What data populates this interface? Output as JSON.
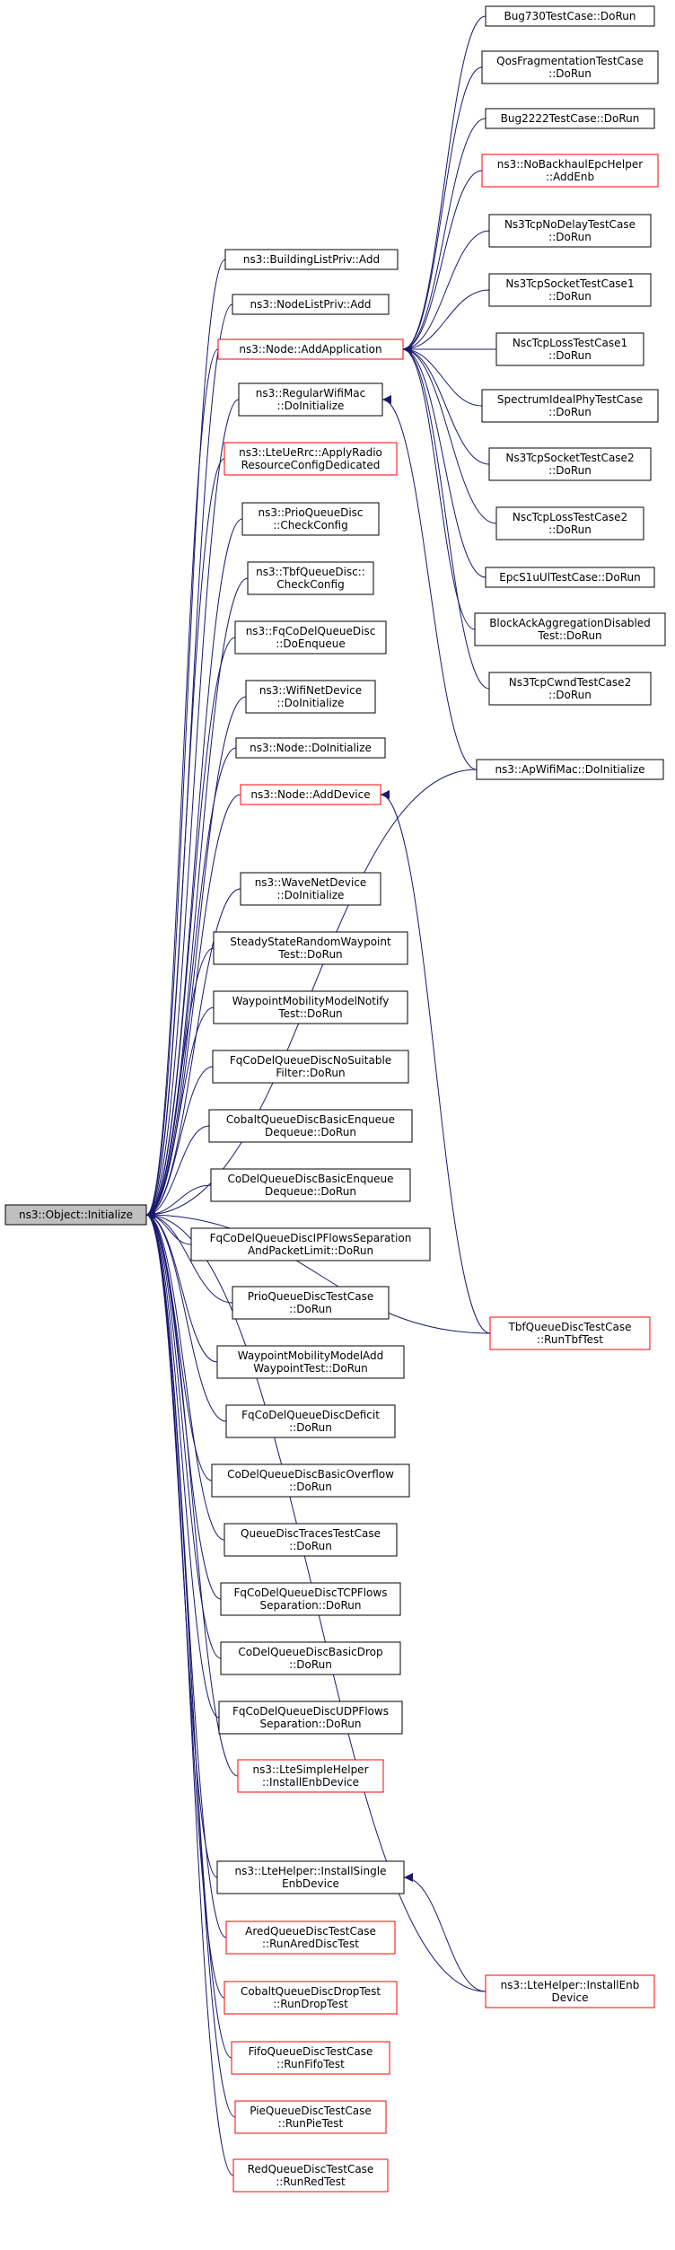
{
  "root": {
    "id": "root",
    "lines": [
      "ns3::Object::Initialize"
    ]
  },
  "nodes": [
    {
      "id": "bldlist",
      "lines": [
        "ns3::BuildingListPriv::Add"
      ]
    },
    {
      "id": "nodelist",
      "lines": [
        "ns3::NodeListPriv::Add"
      ]
    },
    {
      "id": "addapp",
      "lines": [
        "ns3::Node::AddApplication"
      ],
      "border": "red"
    },
    {
      "id": "regwifi",
      "lines": [
        "ns3::RegularWifiMac",
        "::DoInitialize"
      ]
    },
    {
      "id": "lteuerrc",
      "lines": [
        "ns3::LteUeRrc::ApplyRadio",
        "ResourceConfigDedicated"
      ],
      "border": "red"
    },
    {
      "id": "prioq",
      "lines": [
        "ns3::PrioQueueDisc",
        "::CheckConfig"
      ]
    },
    {
      "id": "tbfq",
      "lines": [
        "ns3::TbfQueueDisc::",
        "CheckConfig"
      ]
    },
    {
      "id": "fqcodel",
      "lines": [
        "ns3::FqCoDelQueueDisc",
        "::DoEnqueue"
      ]
    },
    {
      "id": "wifinet",
      "lines": [
        "ns3::WifiNetDevice",
        "::DoInitialize"
      ]
    },
    {
      "id": "nodeinit",
      "lines": [
        "ns3::Node::DoInitialize"
      ]
    },
    {
      "id": "adddev",
      "lines": [
        "ns3::Node::AddDevice"
      ],
      "border": "red"
    },
    {
      "id": "wavenet",
      "lines": [
        "ns3::WaveNetDevice",
        "::DoInitialize"
      ]
    },
    {
      "id": "steady",
      "lines": [
        "SteadyStateRandomWaypoint",
        "Test::DoRun"
      ]
    },
    {
      "id": "waynotify",
      "lines": [
        "WaypointMobilityModelNotify",
        "Test::DoRun"
      ]
    },
    {
      "id": "fqnosuit",
      "lines": [
        "FqCoDelQueueDiscNoSuitable",
        "Filter::DoRun"
      ]
    },
    {
      "id": "cobaltbe",
      "lines": [
        "CobaltQueueDiscBasicEnqueue",
        "Dequeue::DoRun"
      ]
    },
    {
      "id": "codelbe",
      "lines": [
        "CoDelQueueDiscBasicEnqueue",
        "Dequeue::DoRun"
      ]
    },
    {
      "id": "fqip",
      "lines": [
        "FqCoDelQueueDiscIPFlowsSeparation",
        "AndPacketLimit::DoRun"
      ]
    },
    {
      "id": "priotest",
      "lines": [
        "PrioQueueDiscTestCase",
        "::DoRun"
      ]
    },
    {
      "id": "wayadd",
      "lines": [
        "WaypointMobilityModelAdd",
        "WaypointTest::DoRun"
      ]
    },
    {
      "id": "fqdef",
      "lines": [
        "FqCoDelQueueDiscDeficit",
        "::DoRun"
      ]
    },
    {
      "id": "codelov",
      "lines": [
        "CoDelQueueDiscBasicOverflow",
        "::DoRun"
      ]
    },
    {
      "id": "qtraces",
      "lines": [
        "QueueDiscTracesTestCase",
        "::DoRun"
      ]
    },
    {
      "id": "fqtcp",
      "lines": [
        "FqCoDelQueueDiscTCPFlows",
        "Separation::DoRun"
      ]
    },
    {
      "id": "codeldrop",
      "lines": [
        "CoDelQueueDiscBasicDrop",
        "::DoRun"
      ]
    },
    {
      "id": "fqudp",
      "lines": [
        "FqCoDelQueueDiscUDPFlows",
        "Separation::DoRun"
      ]
    },
    {
      "id": "ltesimple",
      "lines": [
        "ns3::LteSimpleHelper",
        "::InstallEnbDevice"
      ],
      "border": "red"
    },
    {
      "id": "ltesingle",
      "lines": [
        "ns3::LteHelper::InstallSingle",
        "EnbDevice"
      ]
    },
    {
      "id": "ared",
      "lines": [
        "AredQueueDiscTestCase",
        "::RunAredDiscTest"
      ],
      "border": "red"
    },
    {
      "id": "cobaltdrop",
      "lines": [
        "CobaltQueueDiscDropTest",
        "::RunDropTest"
      ],
      "border": "red"
    },
    {
      "id": "fifo",
      "lines": [
        "FifoQueueDiscTestCase",
        "::RunFifoTest"
      ],
      "border": "red"
    },
    {
      "id": "pie",
      "lines": [
        "PieQueueDiscTestCase",
        "::RunPieTest"
      ],
      "border": "red"
    },
    {
      "id": "red",
      "lines": [
        "RedQueueDiscTestCase",
        "::RunRedTest"
      ],
      "border": "red"
    },
    {
      "id": "bug730",
      "lines": [
        "Bug730TestCase::DoRun"
      ]
    },
    {
      "id": "qosfrag",
      "lines": [
        "QosFragmentationTestCase",
        "::DoRun"
      ]
    },
    {
      "id": "bug2222",
      "lines": [
        "Bug2222TestCase::DoRun"
      ]
    },
    {
      "id": "nobackhaul",
      "lines": [
        "ns3::NoBackhaulEpcHelper",
        "::AddEnb"
      ],
      "border": "red"
    },
    {
      "id": "ns3nodelay",
      "lines": [
        "Ns3TcpNoDelayTestCase",
        "::DoRun"
      ]
    },
    {
      "id": "ns3sock1",
      "lines": [
        "Ns3TcpSocketTestCase1",
        "::DoRun"
      ]
    },
    {
      "id": "nscloss1",
      "lines": [
        "NscTcpLossTestCase1",
        "::DoRun"
      ]
    },
    {
      "id": "spectrum",
      "lines": [
        "SpectrumIdealPhyTestCase",
        "::DoRun"
      ]
    },
    {
      "id": "ns3sock2",
      "lines": [
        "Ns3TcpSocketTestCase2",
        "::DoRun"
      ]
    },
    {
      "id": "nscloss2",
      "lines": [
        "NscTcpLossTestCase2",
        "::DoRun"
      ]
    },
    {
      "id": "epcs1u",
      "lines": [
        "EpcS1uUlTestCase::DoRun"
      ]
    },
    {
      "id": "blockack",
      "lines": [
        "BlockAckAggregationDisabled",
        "Test::DoRun"
      ]
    },
    {
      "id": "ns3cwnd",
      "lines": [
        "Ns3TcpCwndTestCase2",
        "::DoRun"
      ]
    },
    {
      "id": "apwifi",
      "lines": [
        "ns3::ApWifiMac::DoInitialize"
      ]
    },
    {
      "id": "tbftest",
      "lines": [
        "TbfQueueDiscTestCase",
        "::RunTbfTest"
      ],
      "border": "red"
    },
    {
      "id": "lteinstall",
      "lines": [
        "ns3::LteHelper::InstallEnb",
        "Device"
      ],
      "border": "red"
    }
  ],
  "edges": [
    {
      "from": "bldlist",
      "to": "root"
    },
    {
      "from": "nodelist",
      "to": "root"
    },
    {
      "from": "addapp",
      "to": "root"
    },
    {
      "from": "regwifi",
      "to": "root"
    },
    {
      "from": "lteuerrc",
      "to": "root"
    },
    {
      "from": "prioq",
      "to": "root"
    },
    {
      "from": "tbfq",
      "to": "root"
    },
    {
      "from": "fqcodel",
      "to": "root"
    },
    {
      "from": "wifinet",
      "to": "root"
    },
    {
      "from": "nodeinit",
      "to": "root"
    },
    {
      "from": "apwifi",
      "to": "root"
    },
    {
      "from": "adddev",
      "to": "root"
    },
    {
      "from": "wavenet",
      "to": "root"
    },
    {
      "from": "steady",
      "to": "root"
    },
    {
      "from": "waynotify",
      "to": "root"
    },
    {
      "from": "fqnosuit",
      "to": "root"
    },
    {
      "from": "cobaltbe",
      "to": "root"
    },
    {
      "from": "codelbe",
      "to": "root"
    },
    {
      "from": "fqip",
      "to": "root"
    },
    {
      "from": "priotest",
      "to": "root"
    },
    {
      "from": "wayadd",
      "to": "root"
    },
    {
      "from": "fqdef",
      "to": "root"
    },
    {
      "from": "codelov",
      "to": "root"
    },
    {
      "from": "qtraces",
      "to": "root"
    },
    {
      "from": "fqtcp",
      "to": "root"
    },
    {
      "from": "codeldrop",
      "to": "root"
    },
    {
      "from": "fqudp",
      "to": "root"
    },
    {
      "from": "ltesimple",
      "to": "root"
    },
    {
      "from": "tbftest",
      "to": "root"
    },
    {
      "from": "ltesingle",
      "to": "root"
    },
    {
      "from": "ared",
      "to": "root"
    },
    {
      "from": "cobaltdrop",
      "to": "root"
    },
    {
      "from": "fifo",
      "to": "root"
    },
    {
      "from": "pie",
      "to": "root"
    },
    {
      "from": "red",
      "to": "root"
    },
    {
      "from": "lteinstall",
      "to": "root"
    },
    {
      "from": "bug730",
      "to": "addapp"
    },
    {
      "from": "qosfrag",
      "to": "addapp"
    },
    {
      "from": "bug2222",
      "to": "addapp"
    },
    {
      "from": "nobackhaul",
      "to": "addapp"
    },
    {
      "from": "ns3nodelay",
      "to": "addapp"
    },
    {
      "from": "ns3sock1",
      "to": "addapp"
    },
    {
      "from": "nscloss1",
      "to": "addapp"
    },
    {
      "from": "spectrum",
      "to": "addapp"
    },
    {
      "from": "ns3sock2",
      "to": "addapp"
    },
    {
      "from": "nscloss2",
      "to": "addapp"
    },
    {
      "from": "epcs1u",
      "to": "addapp"
    },
    {
      "from": "blockack",
      "to": "addapp"
    },
    {
      "from": "ns3cwnd",
      "to": "addapp"
    },
    {
      "from": "apwifi",
      "to": "regwifi"
    },
    {
      "from": "tbftest",
      "to": "adddev"
    },
    {
      "from": "lteinstall",
      "to": "ltesingle"
    }
  ]
}
